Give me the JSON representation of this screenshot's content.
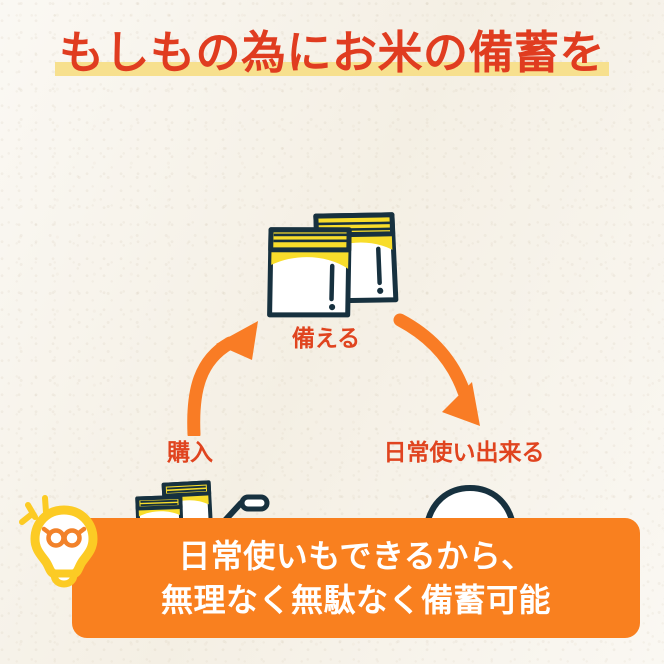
{
  "colors": {
    "background": "#f7f3ea",
    "title_text": "#e03c20",
    "title_highlight": "#f7e08e",
    "label_text": "#e0441f",
    "arrow": "#f97c25",
    "banner_background": "#f9801f",
    "banner_text": "#ffffff",
    "outline_navy": "#17313f",
    "bag_yellow": "#f8dd2b",
    "bowl_green": "#8bd79a",
    "bulb_yellow": "#fccb24",
    "bulb_accent": "#f2822a"
  },
  "title": {
    "text": "もしもの為にお米の備蓄を"
  },
  "cycle": {
    "nodes": [
      {
        "id": "sonaeru",
        "label": "備える",
        "icon": "rice-bags-icon"
      },
      {
        "id": "nichijo",
        "label": "日常使い出来る",
        "icon": "rice-bowl-icon"
      },
      {
        "id": "kounyu",
        "label": "購入",
        "icon": "shopping-cart-icon"
      }
    ],
    "arrows": [
      {
        "id": "arrow-up",
        "icon": "curved-arrow-up-right-icon",
        "from": "kounyu",
        "to": "sonaeru"
      },
      {
        "id": "arrow-right",
        "icon": "curved-arrow-down-right-icon",
        "from": "sonaeru",
        "to": "nichijo"
      },
      {
        "id": "arrow-left",
        "icon": "curved-arrow-left-icon",
        "from": "nichijo",
        "to": "kounyu"
      }
    ]
  },
  "banner": {
    "icon": "lightbulb-icon",
    "line1": "日常使いもできるから、",
    "line2": "無理なく無駄なく備蓄可能"
  }
}
